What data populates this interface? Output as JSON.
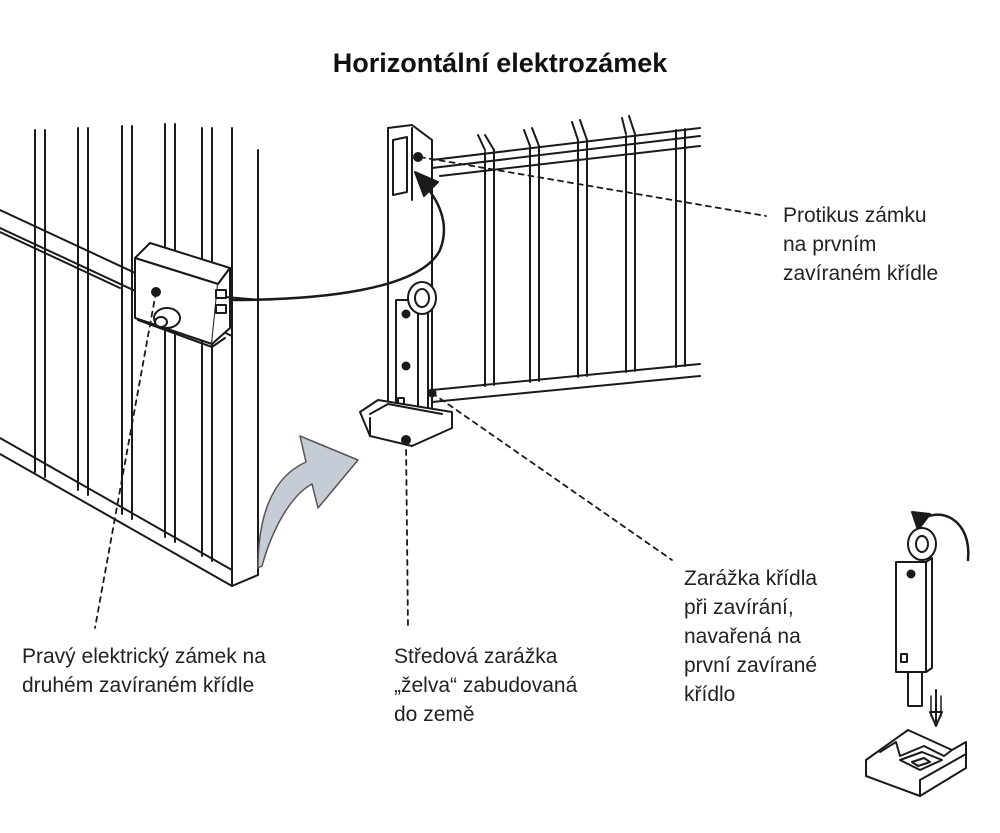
{
  "title": "Horizontální elektrozámek",
  "labels": {
    "counter_plate": [
      "Protikus zámku",
      "na prvním",
      "zavíraném křídle"
    ],
    "electric_lock": [
      "Pravý elektrický zámek na",
      "druhém zavíraném křídle"
    ],
    "center_stop": [
      "Středová zarážka",
      "„želva“ zabudovaná",
      "do země"
    ],
    "wing_stop": [
      "Zarážka křídla",
      "při zavírání,",
      "navařená na",
      "první zavírané",
      "křídlo"
    ]
  },
  "colors": {
    "line": "#1a1a1a",
    "arrow_fill": "#c5ccd6",
    "arrow_stroke": "#555555",
    "background": "#ffffff"
  },
  "icons": [
    "rotation-arrow-icon",
    "down-arrow-icon",
    "curved-arrow-icon"
  ]
}
